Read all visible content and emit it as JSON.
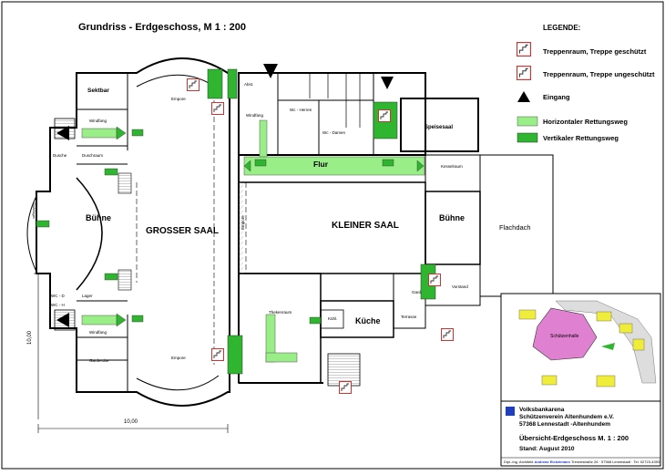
{
  "title": "Grundriss - Erdgeschoss, M 1 : 200",
  "legend": {
    "heading": "LEGENDE:",
    "items": [
      {
        "label": "Treppenraum, Treppe geschützt",
        "symbol": "stair-protected"
      },
      {
        "label": "Treppenraum, Treppe ungeschützt",
        "symbol": "stair-unprotected"
      },
      {
        "label": "Eingang",
        "symbol": "entrance"
      },
      {
        "label": "Horizontaler Rettungsweg",
        "symbol": "light-green",
        "color": "#99ee88"
      },
      {
        "label": "Vertikaler Rettungsweg",
        "symbol": "dark-green",
        "color": "#2fb52f"
      }
    ]
  },
  "rooms": {
    "sektbar": "Sektbar",
    "windfang_top": "Windfang",
    "windfang_bottom": "Windfang",
    "buehne_left": "Bühne",
    "grosser_saal": "GROSSER SAAL",
    "kleiner_saal": "KLEINER SAAL",
    "buehne_right": "Bühne",
    "flachdach": "Flachdach",
    "kueche": "Küche",
    "flur": "Flur",
    "speisesaal": "Speisesaal",
    "garderobe": "Garderobe",
    "empore_top": "Empore",
    "empore_bottom": "Empore",
    "empore_mid": "Empore",
    "abst": "Abst.",
    "windfang_center": "Windfang",
    "wc_herren": "Wc - Herren",
    "wc_damen": "Wc - Damen",
    "kesselraum": "Kesselraum",
    "thekenraum": "Thekenraum",
    "kuehl": "Kühl.",
    "terrasse": "Terrasse",
    "vorstand": "Vorstand",
    "garde": "Gard.",
    "dusche": "Dusche",
    "dusch": "Duschraum",
    "wc_d_left": "WC - D",
    "wc_h_left": "WC - H",
    "lager": "Lager",
    "stuhllager": "Stuhllager",
    "schuetzenhalle": "Schützenhalle"
  },
  "dimensions": {
    "horizontal": "10,00",
    "vertical": "10,00"
  },
  "title_block": {
    "line1": "Volksbankarena",
    "line2": "Schützenverein Altenhundem e.V.",
    "line3": "57368 Lennestadt -Altenhundem",
    "line4": "Übersicht-Erdgeschoss  M. 1 : 200",
    "line5": "Stand: August 2010",
    "footer_prefix": "Dipl.-Ing. Architekt",
    "footer_name": "Andreas Eickelmann",
    "footer_address": "Trennestraße 26 · 57368 Lennestadt · Tel. 02723-4393",
    "accent": "#1f3fbf"
  },
  "colors": {
    "horizontal_route": "#99ee88",
    "vertical_route": "#2fb52f",
    "sign_border": "#cc3333",
    "site_building": "#e080d0",
    "site_neighbors": "#f0ec3a"
  },
  "stair_sign_letter": "E"
}
